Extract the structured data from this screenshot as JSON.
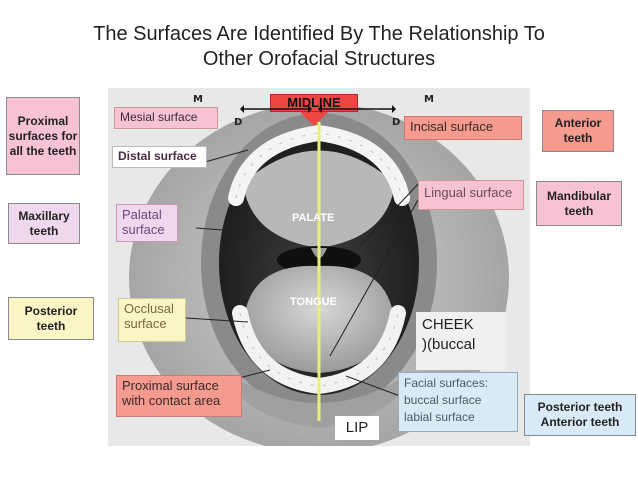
{
  "title": {
    "line1": "The Surfaces Are Identified By The Relationship To",
    "line2": "Other Orofacial Structures"
  },
  "side_labels": {
    "proximal": "Proximal surfaces for all the teeth",
    "maxillary": "Maxillary teeth",
    "posterior": "Posterior teeth",
    "anterior": "Anterior teeth",
    "mandibular": "Mandibular teeth",
    "posterior_anterior_line1": "Posterior teeth",
    "posterior_anterior_line2": "Anterior teeth"
  },
  "surface_labels": {
    "mesial": "Mesial surface",
    "distal": "Distal surface",
    "palatal": "Palatal surface",
    "occlusal": "Occlusal surface",
    "proximal_contact": "Proximal surface with contact area",
    "incisal": "Incisal surface",
    "lingual": "Lingual surface",
    "facial_line1": "Facial surfaces:",
    "facial_line2": "buccal surface",
    "facial_line3": "labial surface"
  },
  "anatomy_labels": {
    "midline": "MIDLINE",
    "palate": "PALATE",
    "tongue": "TONGUE",
    "cheek_line1": "CHEEK",
    "cheek_line2": ")(buccal",
    "lip": "LIP"
  },
  "markers": {
    "m_left": "M",
    "d_left": "D",
    "m_right": "M",
    "d_right": "D"
  },
  "colors": {
    "pink_box": "#f7c3d4",
    "yellow_box": "#fbf5c6",
    "salmon_box": "#f49a8e",
    "lavender_box": "#efd8ee",
    "blue_label": "#d8eaf5",
    "midline": "#e8f070",
    "midline_box": "#f04545"
  }
}
